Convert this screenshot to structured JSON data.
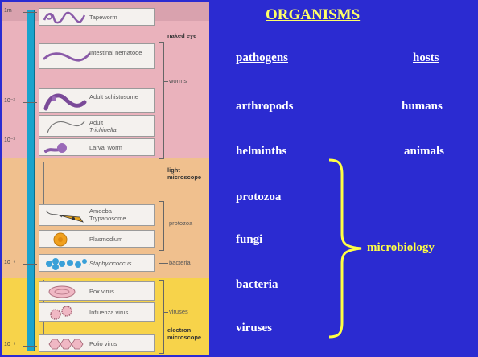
{
  "slide": {
    "title": "ORGANISMS",
    "pathogens_header": "pathogens",
    "hosts_header": "hosts",
    "pathogens": [
      "arthropods",
      "helminths",
      "protozoa",
      "fungi",
      "bacteria",
      "viruses"
    ],
    "hosts": [
      "humans",
      "animals"
    ],
    "brace_label": "microbiology",
    "colors": {
      "background": "#2b2bd1",
      "title": "#ffff66",
      "brace": "#ffff44",
      "text": "#ffffff"
    }
  },
  "figure": {
    "scale_labels": [
      "1m",
      "10⁻²",
      "10⁻³",
      "10⁻⁶",
      "10⁻⁸"
    ],
    "organisms": [
      {
        "name": "Tapeworm"
      },
      {
        "name": "Intestinal nematode"
      },
      {
        "name": "Adult schistosome"
      },
      {
        "name": "Adult",
        "name_italic": "Trichinella"
      },
      {
        "name": "Larval worm"
      },
      {
        "name": "Amoeba"
      },
      {
        "name": "Trypanosome"
      },
      {
        "name": "Plasmodium"
      },
      {
        "name": "",
        "name_italic": "Staphylococcus"
      },
      {
        "name": "Pox virus"
      },
      {
        "name": "Influenza virus"
      },
      {
        "name": "Polio virus"
      }
    ],
    "zones": [
      "naked eye",
      "light microscope",
      "electron microscope"
    ],
    "groups": [
      "worms",
      "protozoa",
      "bacteria",
      "viruses"
    ]
  }
}
